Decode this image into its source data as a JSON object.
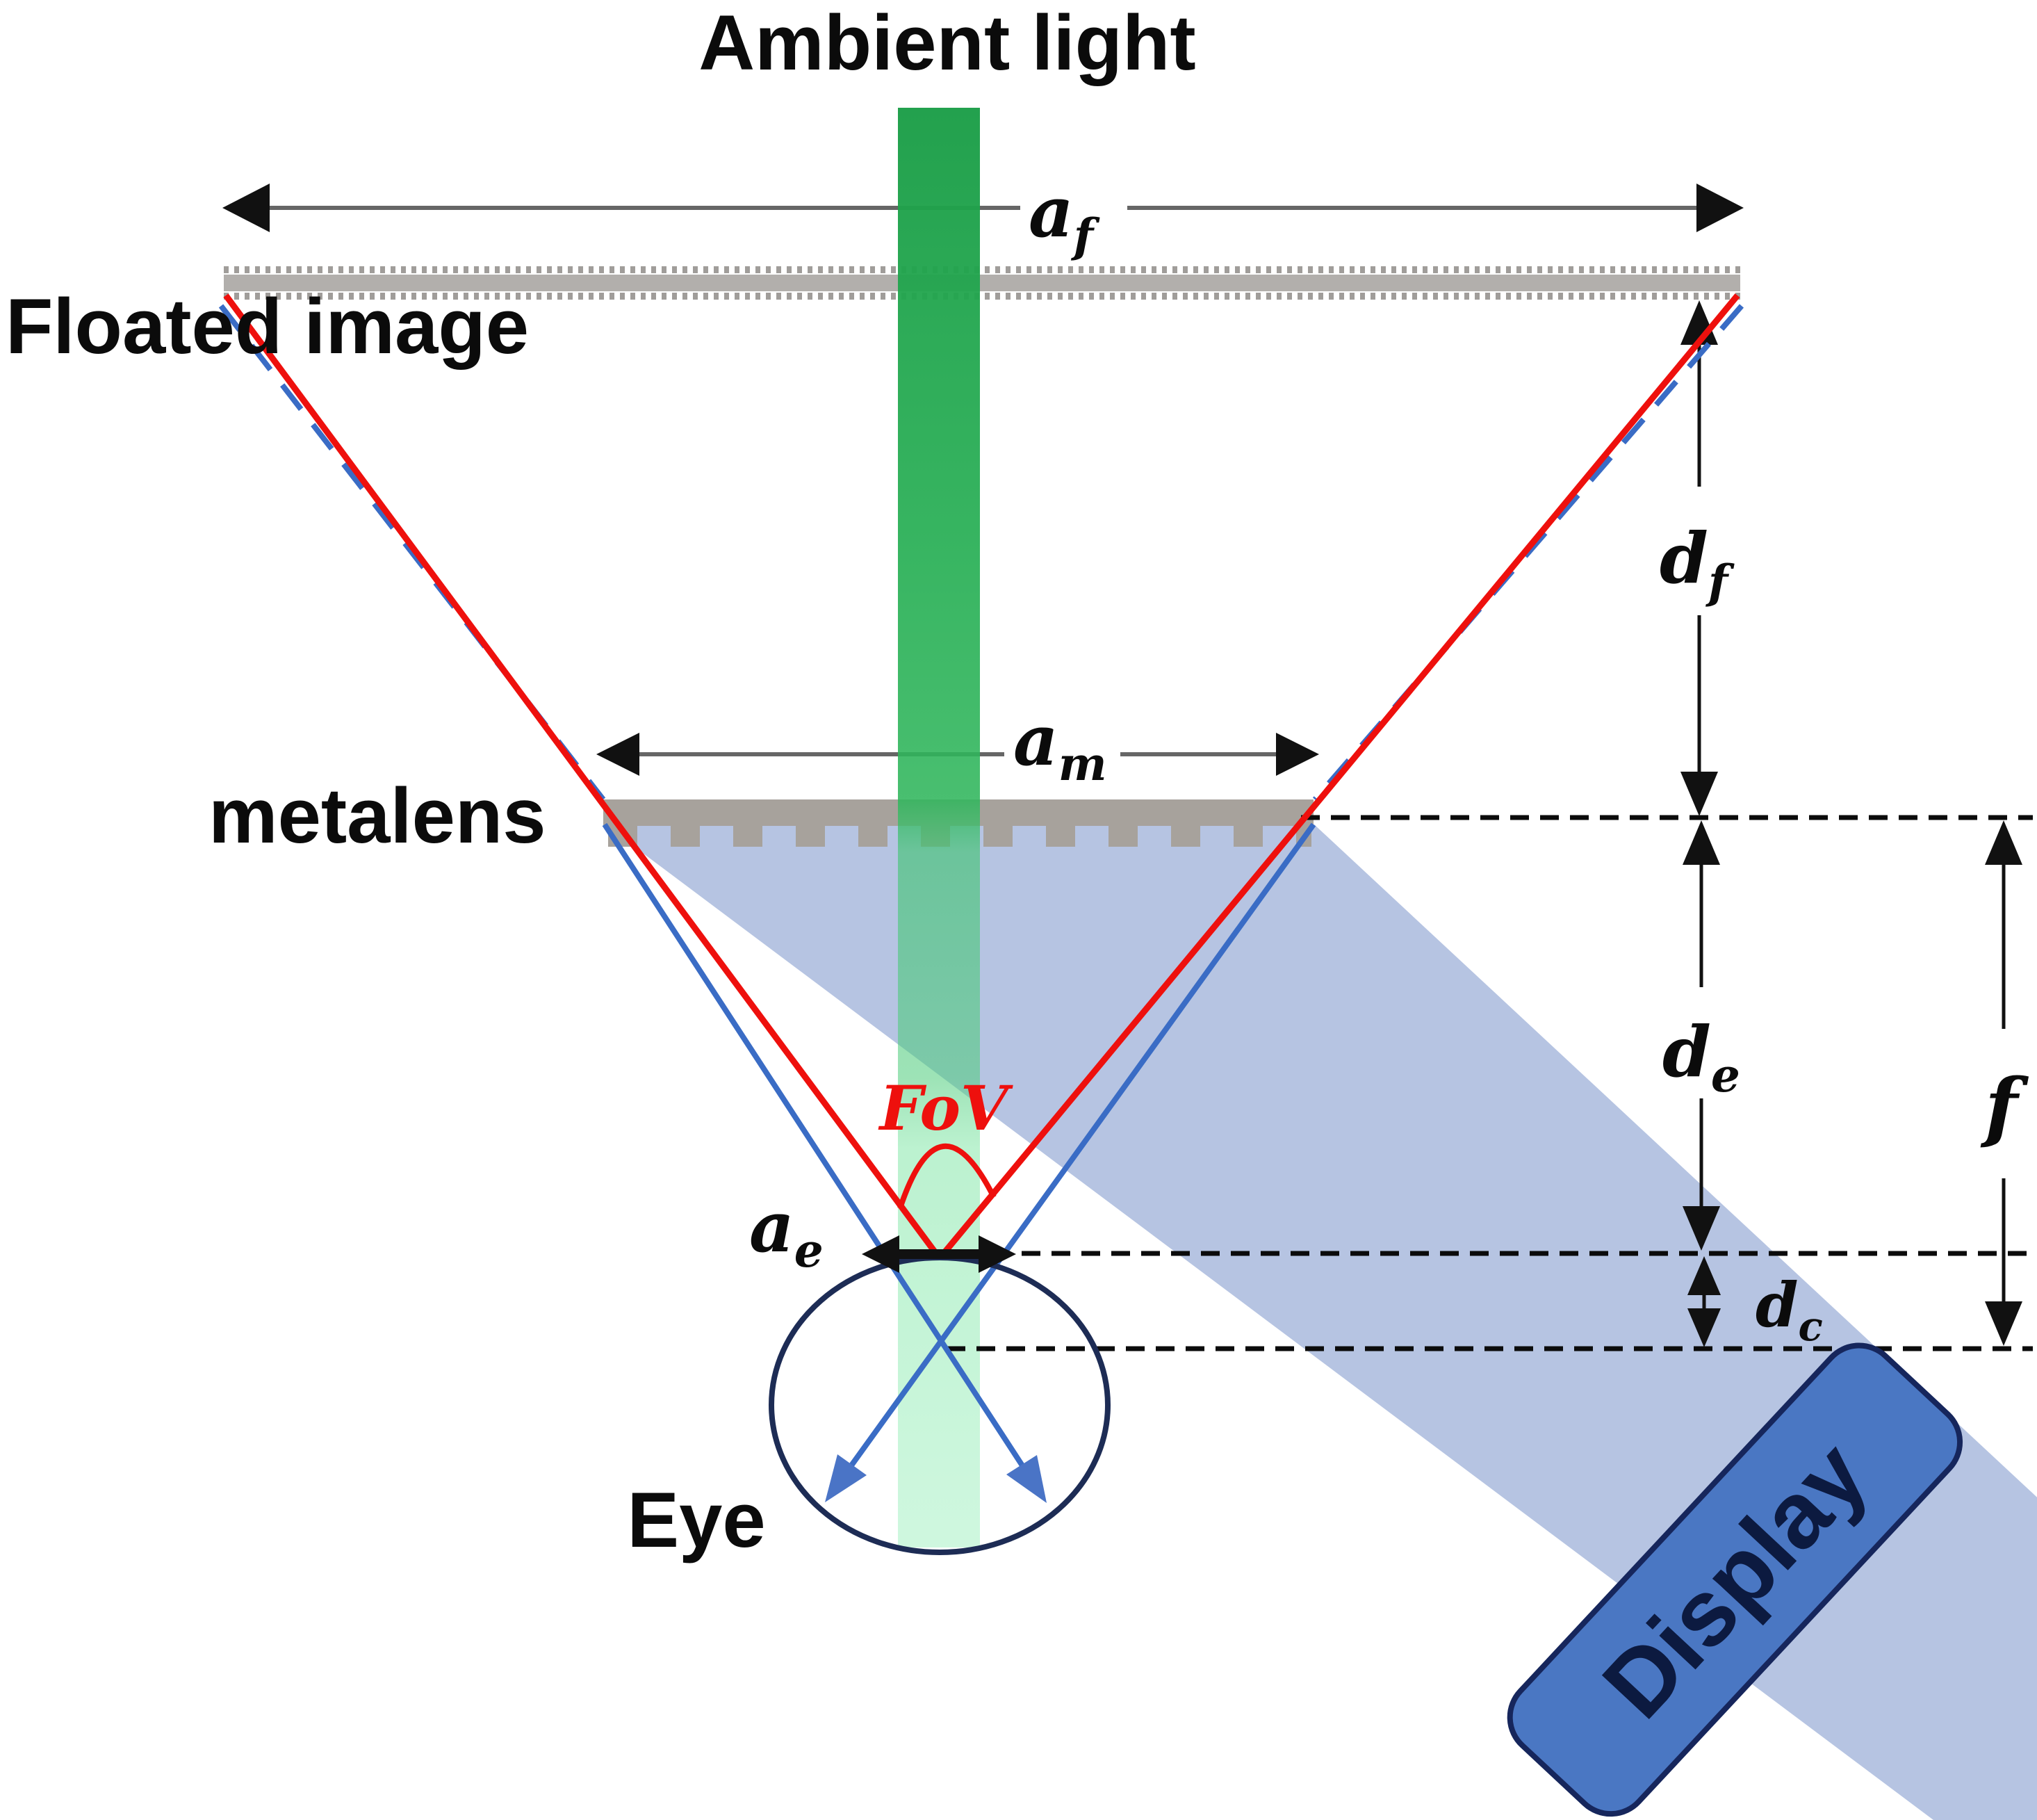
{
  "figure": {
    "type": "optical-schematic",
    "description": "Floating-image metalens display geometry: ambient light passes through a metalens; a display projects light onto the metalens which floats an image above it; eye receives converging rays"
  },
  "labels": {
    "ambient_light": "Ambient light",
    "floated_image": "Floated image",
    "metalens": "metalens",
    "eye": "Eye",
    "display": "Display",
    "fov": "FoV"
  },
  "dims": {
    "af": {
      "base": "a",
      "sub": "f"
    },
    "am": {
      "base": "a",
      "sub": "m"
    },
    "ae": {
      "base": "a",
      "sub": "e"
    },
    "df": {
      "base": "d",
      "sub": "f"
    },
    "de": {
      "base": "d",
      "sub": "e"
    },
    "dc": {
      "base": "d",
      "sub": "c"
    },
    "f": {
      "base": "f",
      "sub": ""
    }
  },
  "colors": {
    "red": "#ee100d",
    "blue": "#3a6cc5",
    "blueArrow": "#4a74c6",
    "band": "#b0bfe0",
    "beamTop": "#1c9e48",
    "beamPale": "#96eeb9",
    "metalGray": "#a7a29c",
    "floatBar": "#b2afac",
    "floatDots": "#a09d9a",
    "display": "#4a77c3",
    "displayBorder": "#16265c",
    "eyeOutline": "#1d2c55",
    "dimLine": "#666666",
    "ink": "#111111"
  }
}
